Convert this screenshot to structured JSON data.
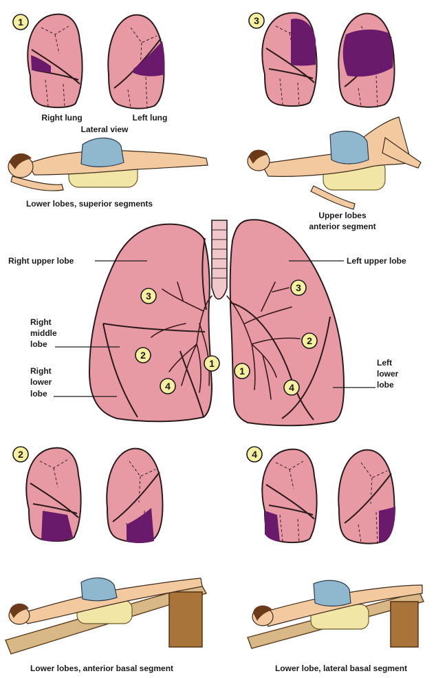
{
  "panels": {
    "p1": {
      "badge": "1",
      "left_caption": "Right lung",
      "right_caption": "Left lung",
      "view_caption": "Lateral view",
      "position_caption": "Lower lobes, superior segments"
    },
    "p3": {
      "badge": "3",
      "position_caption_line1": "Upper lobes",
      "position_caption_line2": "anterior segment"
    },
    "p2": {
      "badge": "2",
      "position_caption": "Lower lobes, anterior basal segment"
    },
    "p4": {
      "badge": "4",
      "position_caption": "Lower lobe, lateral basal segment"
    }
  },
  "center": {
    "right_upper_lobe": "Right upper lobe",
    "left_upper_lobe": "Left upper lobe",
    "right_middle_lobe": [
      "Right",
      "middle",
      "lobe"
    ],
    "right_lower_lobe": [
      "Right",
      "lower",
      "lobe"
    ],
    "left_lower_lobe": [
      "Left",
      "lower",
      "lobe"
    ],
    "markers": [
      "3",
      "2",
      "4",
      "1",
      "1",
      "3",
      "2",
      "4"
    ]
  },
  "colors": {
    "lung": "#e89aa4",
    "highlight": "#6a1a6a",
    "badge": "#f6f0a0"
  }
}
